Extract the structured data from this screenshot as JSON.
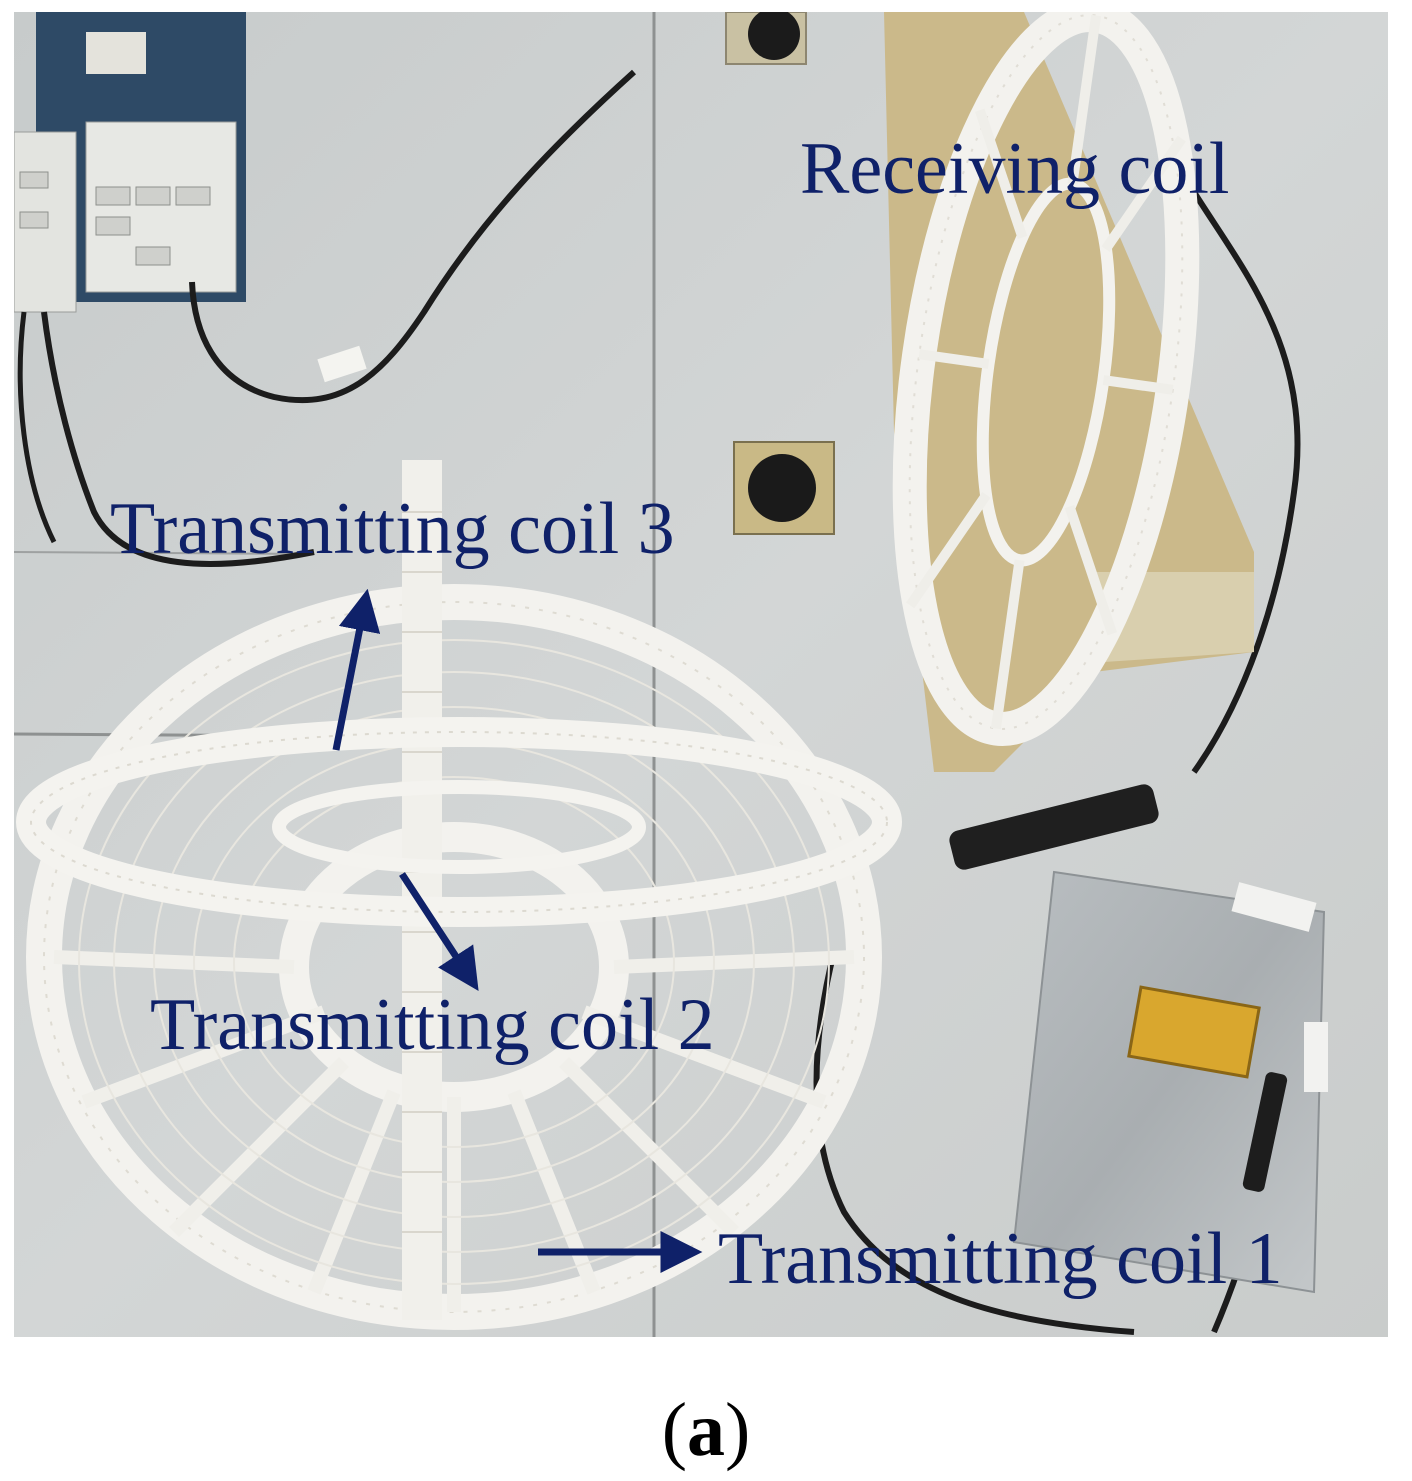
{
  "figure": {
    "labels": {
      "receiving": "Receiving coil",
      "tx3": "Transmitting coil 3",
      "tx2": "Transmitting coil 2",
      "tx1": "Transmitting coil 1"
    },
    "caption": {
      "open": "(",
      "letter": "a",
      "close": ")"
    }
  },
  "colors": {
    "label_text": "#0f2169",
    "arrow": "#0f2169",
    "floor": "#cfd2d2",
    "coil_frame": "#f4f3ef"
  }
}
